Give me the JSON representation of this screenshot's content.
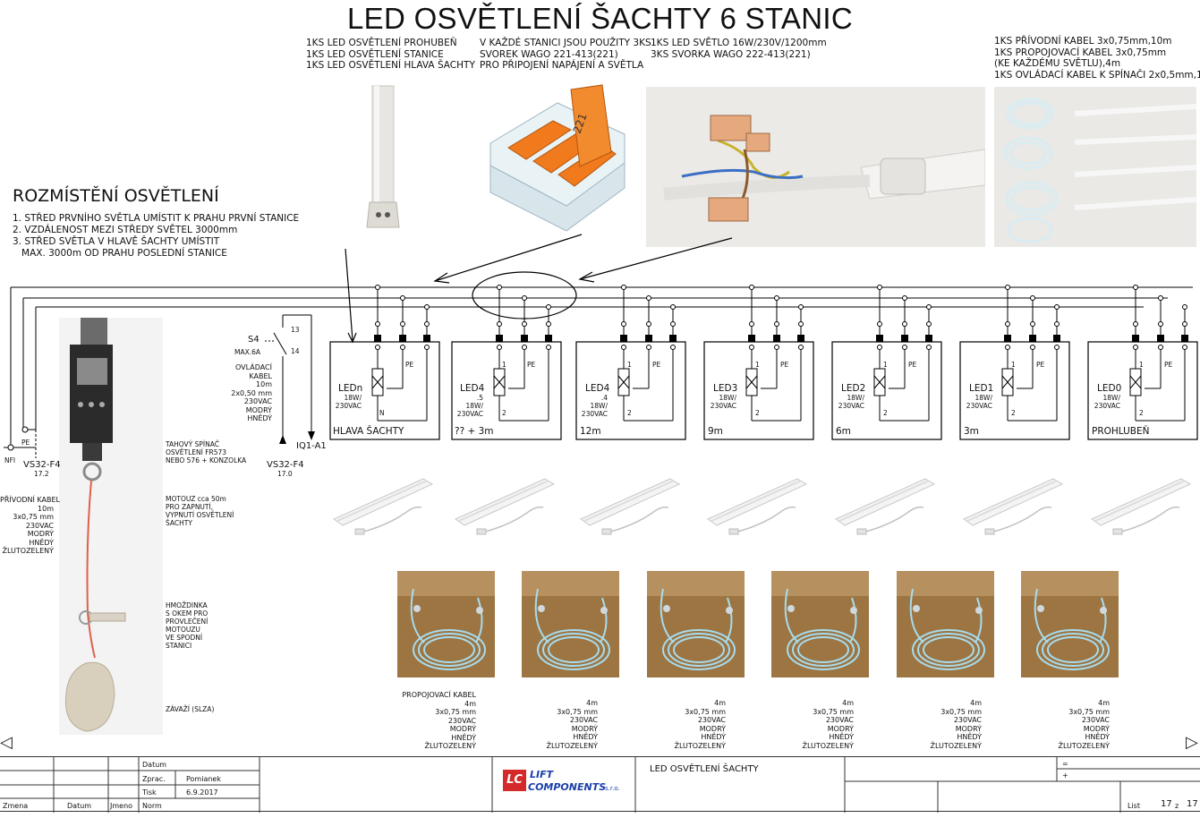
{
  "title": "LED OSVĚTLENÍ ŠACHTY 6 STANIC",
  "notes": {
    "col1": "1KS LED OSVĚTLENÍ PROHUBEŇ\n1KS LED OSVĚTLENÍ STANICE\n1KS LED OSVĚTLENÍ HLAVA ŠACHTY",
    "col2": "V KAŽDÉ STANICI JSOU POUŽITY 3KS\nSVOREK WAGO 221-413(221)\nPRO PŘIPOJENÍ NAPÁJENÍ A SVĚTLA",
    "col3": "1KS LED SVĚTLO 16W/230V/1200mm\n3KS SVORKA WAGO 222-413(221)",
    "col4": "1KS PŘÍVODNÍ KABEL 3x0,75mm,10m\n1KS PROPOJOVACÍ KABEL 3x0,75mm\n(KE KAŽDÉMU SVĚTLU),4m\n1KS OVLÁDACÍ KABEL K SPÍNAČI 2x0,5mm,10m"
  },
  "placement": {
    "heading": "ROZMÍSTĚNÍ OSVĚTLENÍ",
    "items": "1. STŘED PRVNÍHO SVĚTLA UMÍSTIT K PRAHU PRVNÍ STANICE\n2. VZDÁLENOST MEZI STŘEDY SVĚTEL 3000mm\n3. STŘED SVĚTLA V HLAVĚ ŠACHTY UMÍSTIT\n   MAX. 3000m OD PRAHU POSLEDNÍ STANICE"
  },
  "wago_text": "221",
  "switch": {
    "s4": "S4",
    "max": "MAX.6A",
    "t13": "13",
    "t14": "14",
    "cable": "OVLÁDACÍ\nKABEL\n10m\n2x0,50 mm\n230VAC\nMODRÝ\nHNĚDÝ",
    "iq": "IQ1-A1",
    "vs_right": "VS32-F4",
    "vs_right_ref": "17.0",
    "vs_left": "VS32-F4",
    "vs_left_ref": "17.2",
    "pe": "PE",
    "nfi": "NFI"
  },
  "feed_cable": "PŘÍVODNÍ KABEL\n10m\n3x0,75 mm\n230VAC\nMODRÝ\nHNĚDÝ\nŽLUTOZELENÝ",
  "pull_switch": {
    "switch": "TAHOVÝ SPÍNAČ\nOSVĚTLENÍ FR573\nNEBO 576 + KONZOLKA",
    "rope": "MOTOUZ cca 50m\nPRO ZAPNUTÍ,\nVYPNUTÍ OSVĚTLENÍ\nŠACHTY",
    "anchor": "HMOŽDINKA\nS OKEM PRO\nPROVLEČENÍ\nMOTOUZU\nVE SPODNÍ\nSTANICI",
    "weight": "ZÁVAŽÍ (SLZA)"
  },
  "lights": [
    {
      "name": "LEDn",
      "spec": "18W/\n230VAC",
      "label": "HLAVA ŠACHTY",
      "n": "N",
      "top": "",
      "pe": "PE"
    },
    {
      "name": "LED4",
      "spec": ".5\n18W/\n230VAC",
      "label": "?? + 3m",
      "n": "2",
      "top": "1",
      "pe": "PE"
    },
    {
      "name": "LED4",
      "spec": ".4\n18W/\n230VAC",
      "label": "12m",
      "n": "2",
      "top": "1",
      "pe": "PE"
    },
    {
      "name": "LED3",
      "spec": "18W/\n230VAC",
      "label": "9m",
      "n": "2",
      "top": "1",
      "pe": "PE"
    },
    {
      "name": "LED2",
      "spec": "18W/\n230VAC",
      "label": "6m",
      "n": "2",
      "top": "1",
      "pe": "PE"
    },
    {
      "name": "LED1",
      "spec": "18W/\n230VAC",
      "label": "3m",
      "n": "2",
      "top": "1",
      "pe": "PE"
    },
    {
      "name": "LED0",
      "spec": "18W/\n230VAC",
      "label": "PROHLUBEŇ",
      "n": "2",
      "top": "1",
      "pe": "PE"
    }
  ],
  "cables": [
    "PROPOJOVACÍ KABEL\n4m\n3x0,75 mm\n230VAC\nMODRÝ\nHNĚDÝ\nŽLUTOZELENÝ",
    "4m\n3x0,75 mm\n230VAC\nMODRÝ\nHNĚDÝ\nŽLUTOZELENÝ",
    "4m\n3x0,75 mm\n230VAC\nMODRÝ\nHNĚDÝ\nŽLUTOZELENÝ",
    "4m\n3x0,75 mm\n230VAC\nMODRÝ\nHNĚDÝ\nŽLUTOZELENÝ",
    "4m\n3x0,75 mm\n230VAC\nMODRÝ\nHNĚDÝ\nŽLUTOZELENÝ",
    "4m\n3x0,75 mm\n230VAC\nMODRÝ\nHNĚDÝ\nŽLUTOZELENÝ"
  ],
  "titleblock": {
    "datum": "Datum",
    "zprac": "Zprac.",
    "zprac_name": "Pomianek",
    "tisk": "Tisk",
    "tisk_date": "6.9.2017",
    "norm": "Norm",
    "zmena": "Zmena",
    "datum2": "Datum",
    "jmeno": "Jmeno",
    "logo_lc": "LC",
    "logo_lift": "LIFT",
    "logo_components": "COMPONENTS",
    "logo_sro": "s.r.o.",
    "doc_title": "LED OSVĚTLENÍ ŠACHTY",
    "eq": "=",
    "plus": "+",
    "list": "List",
    "page": "17",
    "z": "z",
    "total": "17"
  },
  "colors": {
    "logo_red": "#d42a2a",
    "logo_blue": "#1a3fa8",
    "wago_orange": "#f07a1c",
    "cable_blue": "#9fd6ea",
    "board_brown": "#a07a48"
  }
}
